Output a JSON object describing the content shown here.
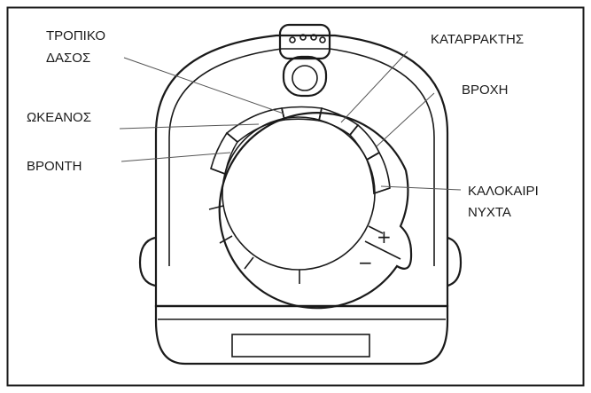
{
  "labels": {
    "tropical_forest_line1": "ΤΡΟΠΙΚΟ",
    "tropical_forest_line2": "ΔΑΣΟΣ",
    "ocean": "ΩΚΕΑΝΟΣ",
    "thunder": "ΒΡΟΝΤΗ",
    "waterfall": "ΚΑΤΑΡΡΑΚΤΗΣ",
    "rain": "ΒΡΟΧΗ",
    "summer_night_line1": "ΚΑΛΟΚΑΙΡΙ",
    "summer_night_line2": "ΝΥΧΤΑ"
  },
  "buttons": {
    "plus": "+",
    "minus": "−"
  }
}
